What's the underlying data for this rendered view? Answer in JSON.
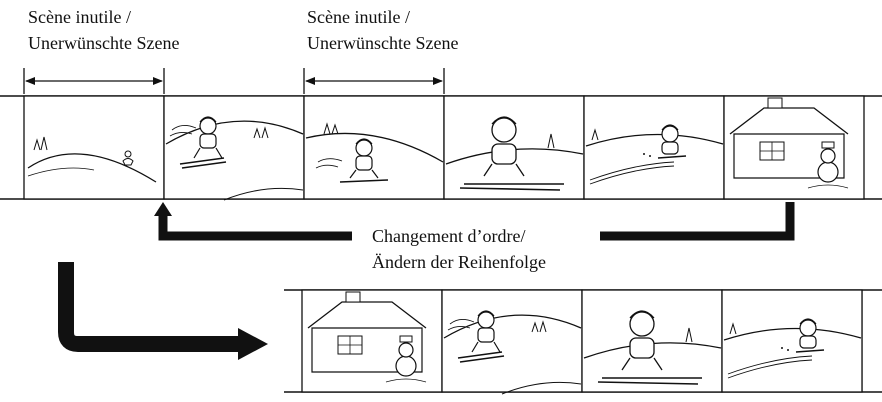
{
  "labels": {
    "unwanted_1_line1": "Scène inutile /",
    "unwanted_1_line2": "Unerwünschte Szene",
    "unwanted_2_line1": "Scène inutile /",
    "unwanted_2_line2": "Unerwünschte Szene",
    "reorder_line1": "Changement d’ordre/",
    "reorder_line2": "Ändern der Reihenfolge"
  },
  "top_strip": {
    "frames": [
      {
        "scene": "hillside-small-figure",
        "unwanted": true
      },
      {
        "scene": "skier-descending-slope",
        "unwanted": false
      },
      {
        "scene": "skier-on-slope-behind",
        "unwanted": true
      },
      {
        "scene": "skier-closeup",
        "unwanted": false
      },
      {
        "scene": "skier-crouching",
        "unwanted": false
      },
      {
        "scene": "house-and-snowman",
        "unwanted": false
      }
    ]
  },
  "bottom_strip": {
    "frames": [
      {
        "scene": "house-and-snowman"
      },
      {
        "scene": "skier-descending-slope"
      },
      {
        "scene": "skier-closeup"
      },
      {
        "scene": "skier-crouching"
      }
    ]
  },
  "colors": {
    "ink": "#111111",
    "background": "#ffffff"
  }
}
